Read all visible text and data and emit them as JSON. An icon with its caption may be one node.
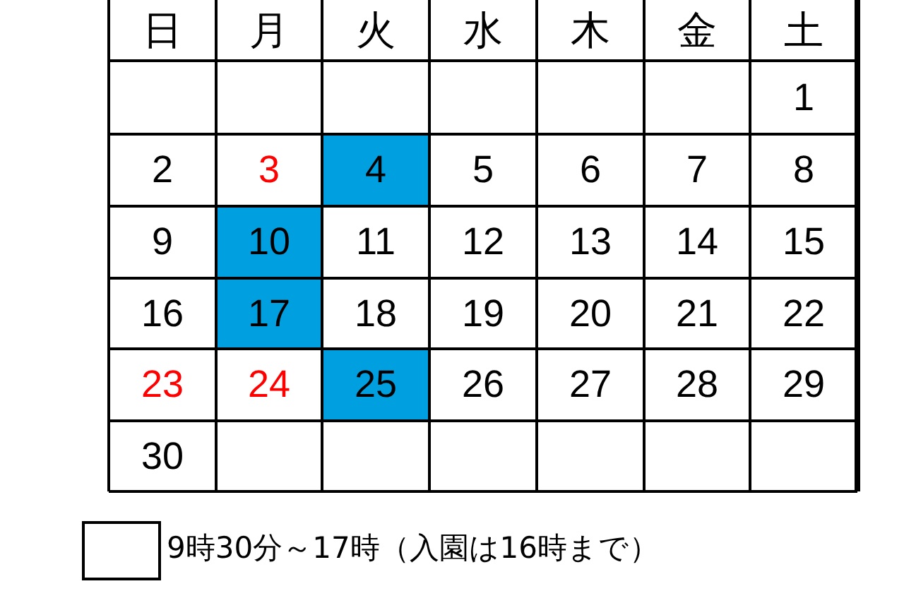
{
  "diagram": {
    "labels": [
      "日",
      "月",
      "火",
      "水",
      "木",
      "金",
      "土",
      "1",
      "2",
      "3",
      "4",
      "5",
      "6",
      "7",
      "8",
      "9",
      "10",
      "11",
      "12",
      "13",
      "14",
      "15",
      "16",
      "17",
      "18",
      "19",
      "20",
      "21",
      "22",
      "23",
      "24",
      "25",
      "26",
      "27",
      "28",
      "29",
      "30"
    ],
    "legend": [
      {
        "text": "9時30分～17時（入園は16時まで）",
        "color": "#ffffff"
      }
    ]
  }
}
